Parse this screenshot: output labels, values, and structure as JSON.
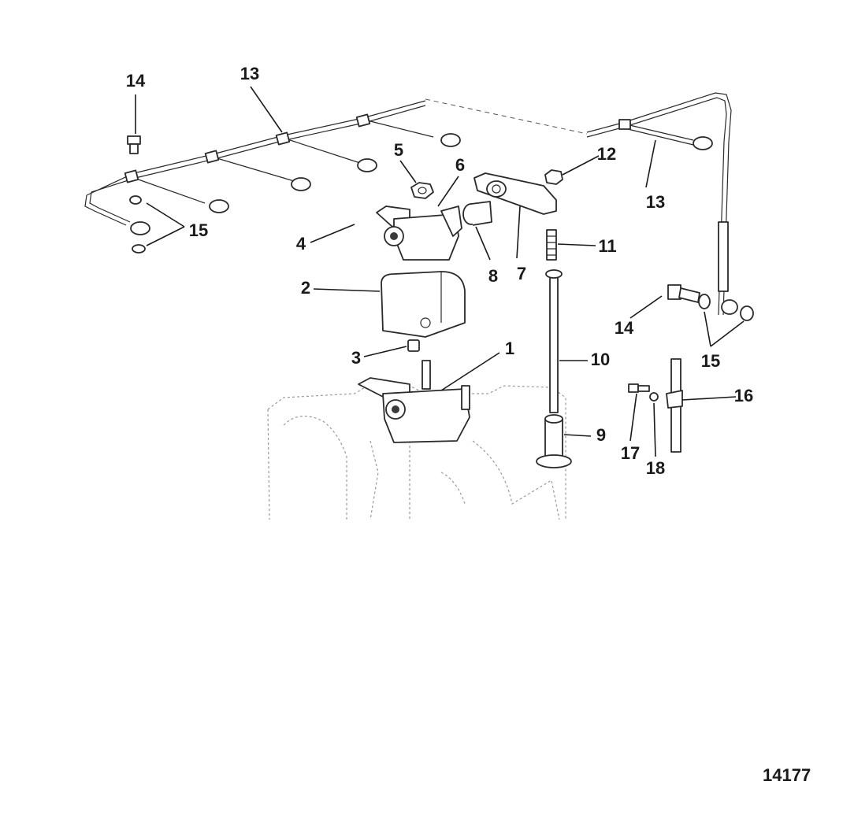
{
  "figure": {
    "number": "14177"
  },
  "callouts": [
    {
      "id": "c1",
      "text": "1"
    },
    {
      "id": "c2",
      "text": "2"
    },
    {
      "id": "c3",
      "text": "3"
    },
    {
      "id": "c4",
      "text": "4"
    },
    {
      "id": "c5",
      "text": "5"
    },
    {
      "id": "c6",
      "text": "6"
    },
    {
      "id": "c7",
      "text": "7"
    },
    {
      "id": "c8",
      "text": "8"
    },
    {
      "id": "c9",
      "text": "9"
    },
    {
      "id": "c10",
      "text": "10"
    },
    {
      "id": "c11",
      "text": "11"
    },
    {
      "id": "c12",
      "text": "12"
    },
    {
      "id": "c13a",
      "text": "13"
    },
    {
      "id": "c13b",
      "text": "13"
    },
    {
      "id": "c14a",
      "text": "14"
    },
    {
      "id": "c14b",
      "text": "14"
    },
    {
      "id": "c15a",
      "text": "15"
    },
    {
      "id": "c15b",
      "text": "15"
    },
    {
      "id": "c16",
      "text": "16"
    },
    {
      "id": "c17",
      "text": "17"
    },
    {
      "id": "c18",
      "text": "18"
    }
  ]
}
